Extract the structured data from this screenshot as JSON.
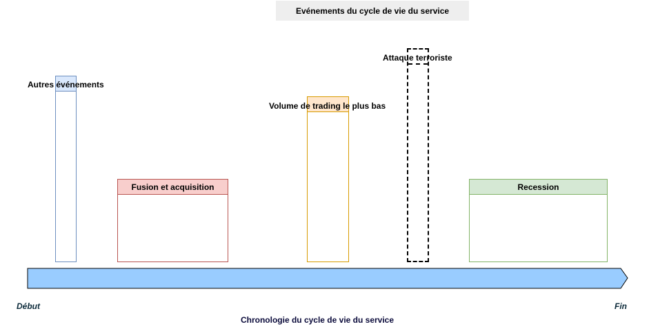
{
  "title": "Evénements du cycle de vie du service",
  "events": {
    "autres": {
      "label": "Autres événements",
      "color": "#6c8ebf",
      "fill": "#dae8fc"
    },
    "fusion": {
      "label": "Fusion et acquisition",
      "color": "#b85450",
      "fill": "#f8cecc"
    },
    "volume": {
      "label": "Volume de trading le plus bas",
      "color": "#d79b00",
      "fill": "#ffe6cc"
    },
    "attaque": {
      "label": "Attaque terroriste",
      "color": "#000000"
    },
    "recession": {
      "label": "Recession",
      "color": "#82b366",
      "fill": "#d5e8d4"
    }
  },
  "timeline": {
    "start_label": "Début",
    "end_label": "Fin",
    "axis_title": "Chronologie du cycle de vie du service",
    "color": "#99ccff"
  }
}
